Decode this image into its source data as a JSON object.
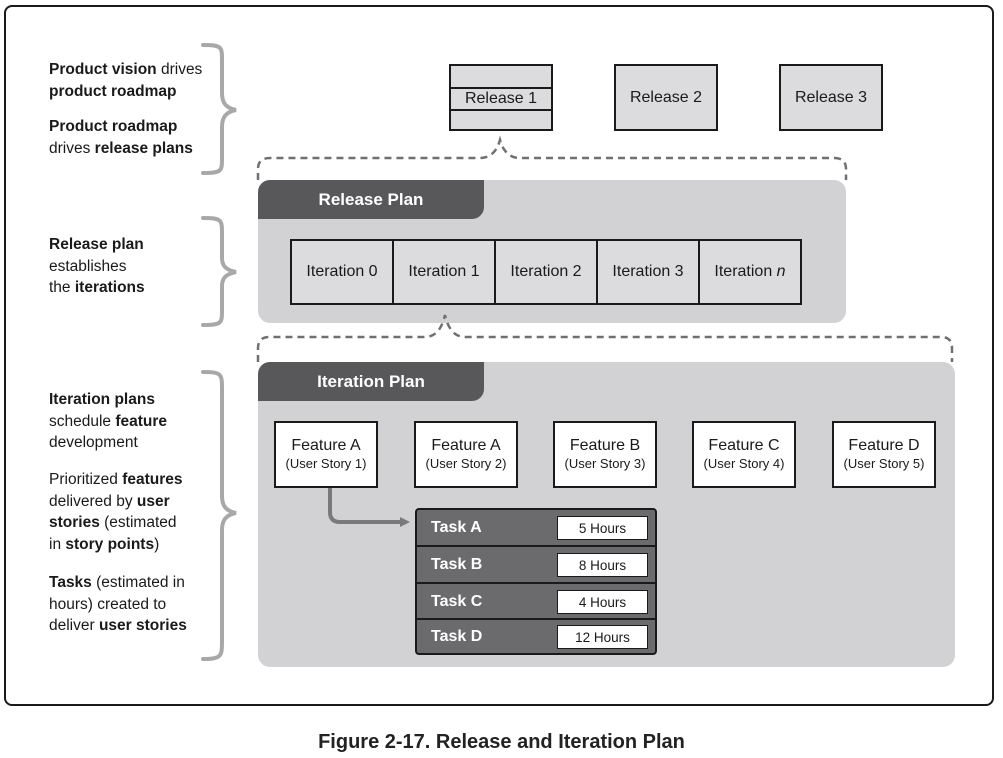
{
  "notes": {
    "vision": {
      "b1": "Product vision",
      "t1": " drives",
      "b2": "product roadmap"
    },
    "roadmap": {
      "b1": "Product roadmap",
      "t1": "drives ",
      "b2": "release plans"
    },
    "release_plan": {
      "b1": "Release plan",
      "t1": "establishes",
      "t2": "the ",
      "b2": "iterations"
    },
    "iteration_plans": {
      "b1": "Iteration plans",
      "t1": "schedule ",
      "b2": "feature",
      "t2": "development"
    },
    "prioritized": {
      "t1": "Prioritized ",
      "b1": "features",
      "t2": "delivered by ",
      "b2": "user",
      "b3": "stories",
      "t3": " (estimated",
      "t4": "in ",
      "b4": "story points",
      "t5": ")"
    },
    "tasks": {
      "b1": "Tasks",
      "t1": " (estimated in",
      "t2": "hours) created to",
      "t3": "deliver ",
      "b2": "user stories"
    }
  },
  "releases": [
    "Release 1",
    "Release 2",
    "Release 3"
  ],
  "release_plan": {
    "title": "Release Plan",
    "iterations": [
      "Iteration 0",
      "Iteration 1",
      "Iteration 2",
      "Iteration 3"
    ],
    "iteration_last": {
      "prefix": "Iteration ",
      "var": "n"
    }
  },
  "iteration_plan": {
    "title": "Iteration Plan",
    "features": [
      {
        "name": "Feature A",
        "story": "(User Story 1)"
      },
      {
        "name": "Feature A",
        "story": "(User Story 2)"
      },
      {
        "name": "Feature B",
        "story": "(User Story 3)"
      },
      {
        "name": "Feature C",
        "story": "(User Story 4)"
      },
      {
        "name": "Feature D",
        "story": "(User Story 5)"
      }
    ],
    "tasks": [
      {
        "name": "Task A",
        "hours": "5 Hours"
      },
      {
        "name": "Task B",
        "hours": "8 Hours"
      },
      {
        "name": "Task C",
        "hours": "4 Hours"
      },
      {
        "name": "Task D",
        "hours": "12 Hours"
      }
    ]
  },
  "caption": "Figure 2-17. Release and Iteration Plan"
}
